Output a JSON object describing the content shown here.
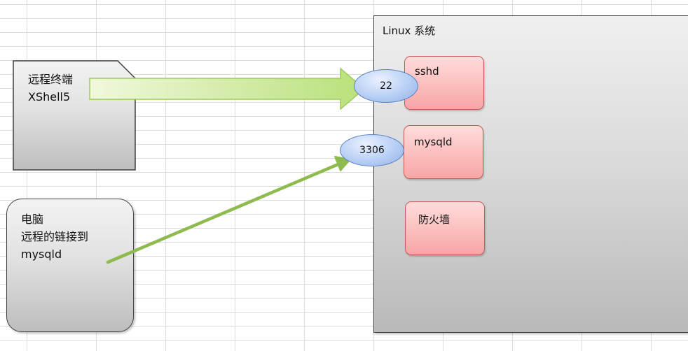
{
  "linux": {
    "title": "Linux 系统"
  },
  "terminal": {
    "line1": "远程终端",
    "line2": "XShell5"
  },
  "pc": {
    "line1": "电脑",
    "line2": "远程的链接到",
    "line3": "mysqld"
  },
  "processes": {
    "sshd": "sshd",
    "mysqld": "mysqld",
    "firewall": "防火墙"
  },
  "ports": {
    "ssh": "22",
    "mysql": "3306"
  },
  "colors": {
    "process_fill": "#f8a5a5",
    "port_fill": "#b8cff5",
    "arrow_fill": "#c6e78a",
    "arrow_line": "#8fba4e"
  }
}
